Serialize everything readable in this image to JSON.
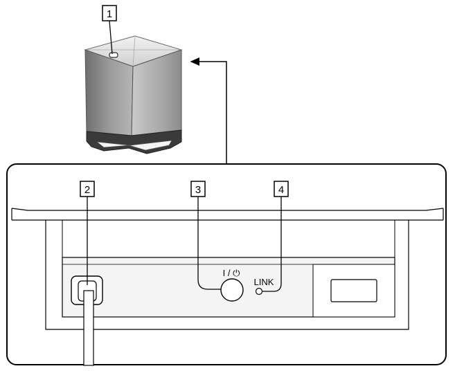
{
  "callouts": [
    {
      "label": "1"
    },
    {
      "label": "2"
    },
    {
      "label": "3"
    },
    {
      "label": "4"
    }
  ],
  "panel": {
    "power_label": "I / ⏻",
    "link_label": "LINK"
  },
  "colors": {
    "line": "#000000",
    "cabinet_light": "#e8e8e8",
    "cabinet_mid": "#bdbdbd",
    "cabinet_dark": "#7a7a7a",
    "panel_fill": "#f4f4f4"
  },
  "icons": [
    "power-icon",
    "link-led-icon",
    "arrow-icon"
  ]
}
